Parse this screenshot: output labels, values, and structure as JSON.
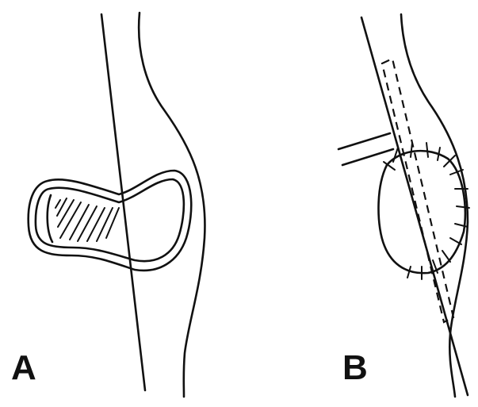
{
  "panels": [
    {
      "id": "A",
      "label": "A"
    },
    {
      "id": "B",
      "label": "B"
    }
  ],
  "colors": {
    "ink": "#111111",
    "background": "#ffffff"
  }
}
